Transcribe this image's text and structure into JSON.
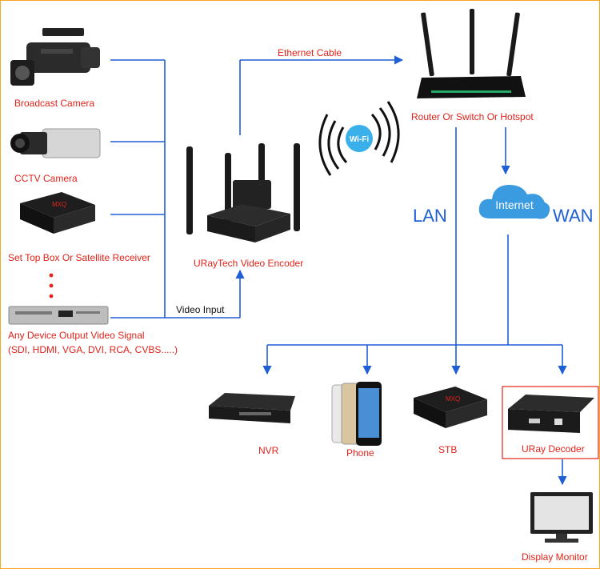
{
  "sources": {
    "broadcast_camera": "Broadcast Camera",
    "cctv_camera": "CCTV Camera",
    "set_top_box": "Set Top Box Or Satellite Receiver",
    "any_device_line1": "Any Device Output Video Signal",
    "any_device_line2": "(SDI, HDMI, VGA, DVI, RCA, CVBS.....)"
  },
  "encoder": {
    "label": "URayTech Video Encoder"
  },
  "links": {
    "ethernet_cable": "Ethernet Cable",
    "video_input": "Video Input",
    "lan": "LAN",
    "wan": "WAN",
    "wifi": "Wi-Fi"
  },
  "router": {
    "label": "Router Or Switch Or Hotspot"
  },
  "internet": {
    "label": "Internet"
  },
  "outputs": {
    "nvr": "NVR",
    "phone": "Phone",
    "stb": "STB",
    "decoder": "URay Decoder",
    "monitor": "Display Monitor"
  },
  "colors": {
    "line": "#1f5fd6",
    "label_red": "#e2231a",
    "cloud": "#3b9be0",
    "frame": "#f5a623"
  },
  "icons": [
    "broadcast-camera-icon",
    "cctv-camera-icon",
    "set-top-box-icon",
    "dvd-player-icon",
    "encoder-icon",
    "wifi-icon",
    "router-icon",
    "cloud-icon",
    "nvr-icon",
    "phone-icon",
    "stb-icon",
    "decoder-icon",
    "monitor-icon"
  ]
}
